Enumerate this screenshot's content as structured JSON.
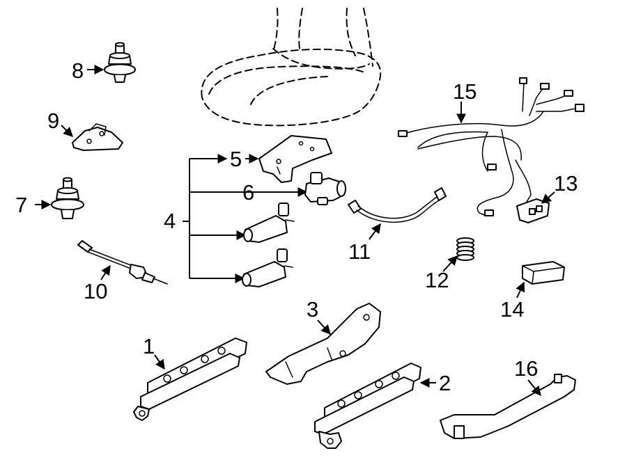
{
  "diagram": {
    "callouts": [
      {
        "id": "1",
        "label": "1"
      },
      {
        "id": "2",
        "label": "2"
      },
      {
        "id": "3",
        "label": "3"
      },
      {
        "id": "4",
        "label": "4"
      },
      {
        "id": "5",
        "label": "5"
      },
      {
        "id": "6",
        "label": "6"
      },
      {
        "id": "7",
        "label": "7"
      },
      {
        "id": "8",
        "label": "8"
      },
      {
        "id": "9",
        "label": "9"
      },
      {
        "id": "10",
        "label": "10"
      },
      {
        "id": "11",
        "label": "11"
      },
      {
        "id": "12",
        "label": "12"
      },
      {
        "id": "13",
        "label": "13"
      },
      {
        "id": "14",
        "label": "14"
      },
      {
        "id": "15",
        "label": "15"
      },
      {
        "id": "16",
        "label": "16"
      }
    ],
    "colors": {
      "line": "#000000",
      "background": "#ffffff"
    }
  }
}
